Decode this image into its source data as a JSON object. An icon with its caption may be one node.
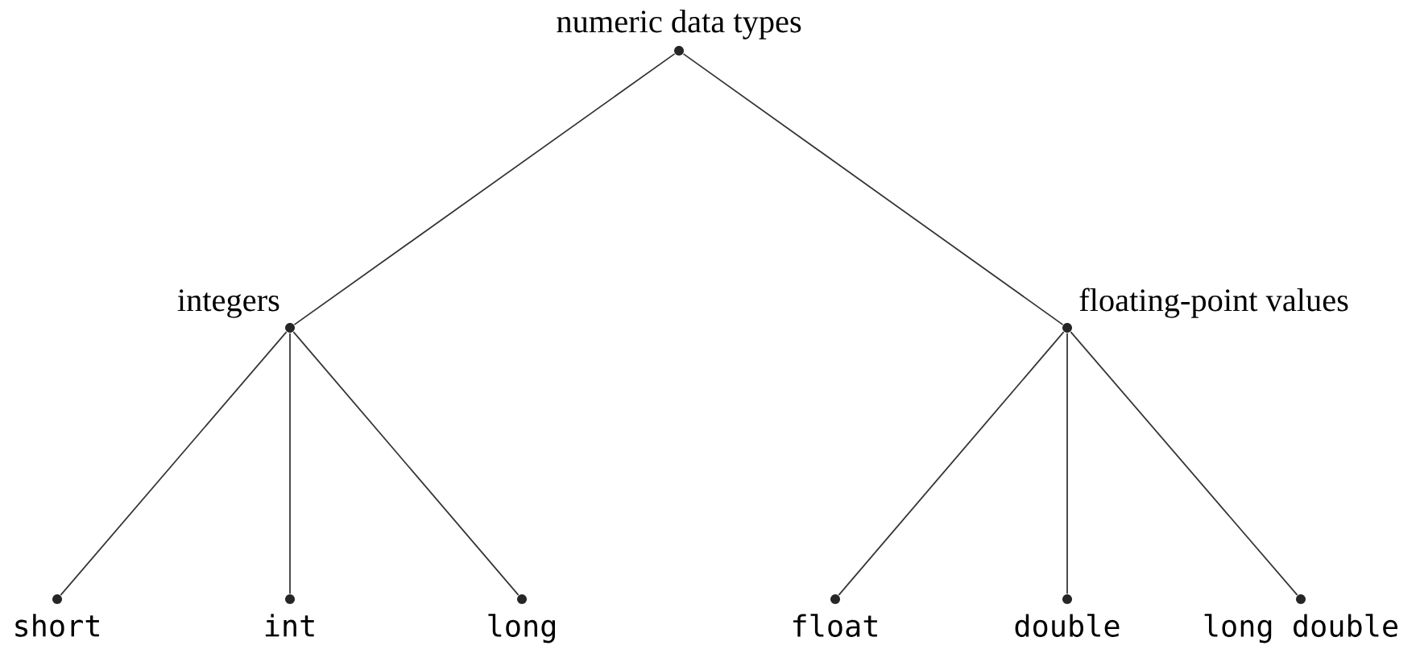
{
  "diagram": {
    "nodes": [
      {
        "text": [
          "numeric data types"
        ]
      },
      {
        "text": [
          "integers"
        ]
      },
      {
        "text": [
          "floating-point values"
        ]
      },
      {
        "text": [
          "short"
        ]
      },
      {
        "text": [
          "int"
        ]
      },
      {
        "text": [
          "long"
        ]
      },
      {
        "text": [
          "float"
        ]
      },
      {
        "text": [
          "double"
        ]
      },
      {
        "text": [
          "long double"
        ]
      }
    ],
    "edges": [
      {
        "from": 0,
        "to": 1,
        "arrow": "none"
      },
      {
        "from": 0,
        "to": 2,
        "arrow": "none"
      },
      {
        "from": 1,
        "to": 3,
        "arrow": "none"
      },
      {
        "from": 1,
        "to": 4,
        "arrow": "none"
      },
      {
        "from": 1,
        "to": 5,
        "arrow": "none"
      },
      {
        "from": 2,
        "to": 6,
        "arrow": "none"
      },
      {
        "from": 2,
        "to": 7,
        "arrow": "none"
      },
      {
        "from": 2,
        "to": 8,
        "arrow": "none"
      }
    ]
  }
}
